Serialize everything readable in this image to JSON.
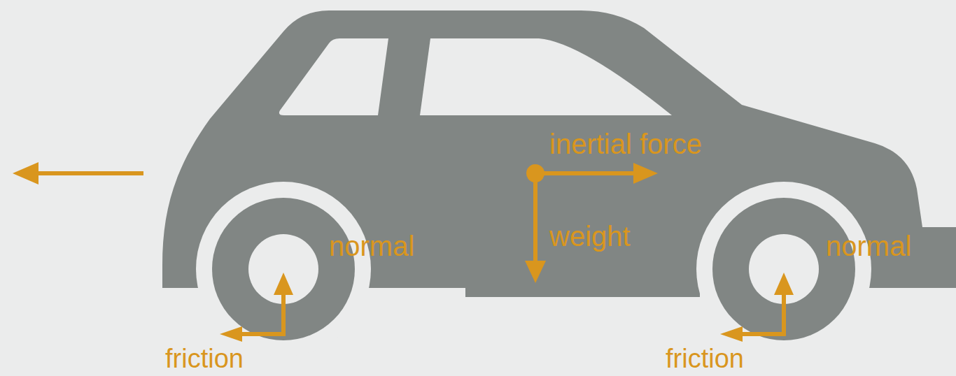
{
  "diagram": {
    "labels": [
      "inertial force",
      "weight",
      "normal",
      "normal",
      "friction",
      "friction"
    ]
  }
}
